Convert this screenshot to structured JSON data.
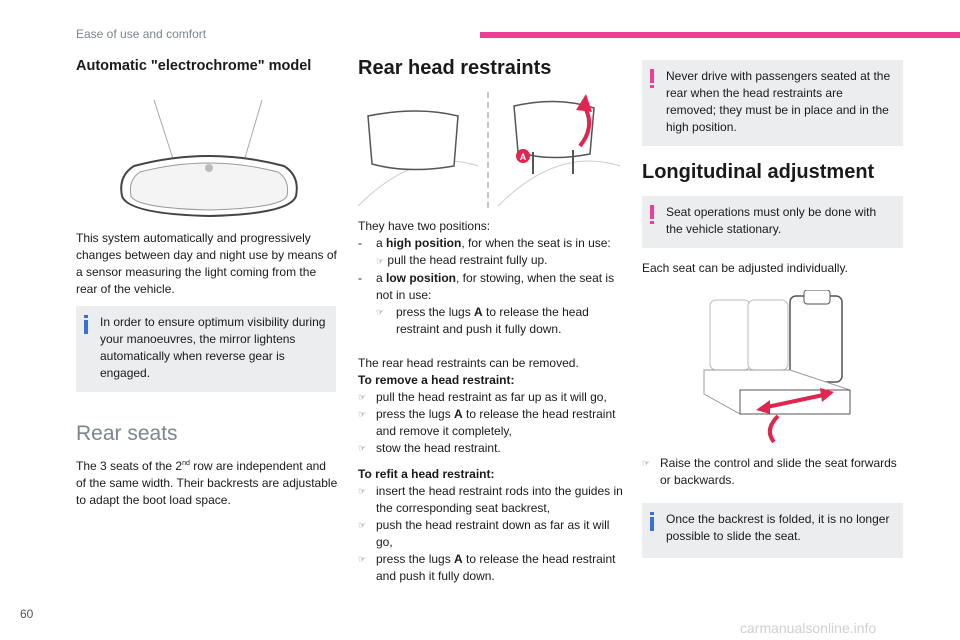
{
  "header": {
    "section": "Ease of use and comfort",
    "accent": "#f23d96"
  },
  "page_number": "60",
  "watermark": "carmanualsonline.info",
  "left": {
    "heading": "Automatic \"electrochrome\" model",
    "para": "This system automatically and progressively changes between day and night use by means of a sensor measuring the light coming from the rear of the vehicle.",
    "info": "In order to ensure optimum visibility during your manoeuvres, the mirror lightens automatically when reverse gear is engaged.",
    "rear_seats_heading": "Rear seats",
    "rear_seats_pre": "The 3 seats of the 2",
    "rear_seats_sup": "nd",
    "rear_seats_post": " row are independent and of the same width. Their backrests are adjustable to adapt the boot load space."
  },
  "middle": {
    "heading": "Rear head restraints",
    "label_a": "A",
    "intro": "They have two positions:",
    "dash": "-",
    "arrow": "☞",
    "a": "a ",
    "high_bold": "high position",
    "high_rest": ", for when the seat is in use:",
    "high_step": "pull the head restraint fully up.",
    "low_bold": "low position",
    "low_rest": ", for stowing, when the seat is not in use:",
    "low_step_pre": "press the lugs ",
    "lug": "A",
    "low_step_post": " to release the head restraint and push it fully down.",
    "removed": "The rear head restraints can be removed.",
    "remove_heading": "To remove a head restraint:",
    "remove_1": "pull the head restraint as far up as it will go,",
    "remove_2_pre": "press the lugs ",
    "remove_2_post": " to release the head restraint and remove it completely,",
    "remove_3": "stow the head restraint.",
    "refit_heading": "To refit a head restraint:",
    "refit_1": "insert the head restraint rods into the guides in the corresponding seat backrest,",
    "refit_2": "push the head restraint down as far as it will go,",
    "refit_3_pre": "press the lugs ",
    "refit_3_post": " to release the head restraint and push it fully down."
  },
  "right": {
    "warn1": "Never drive with passengers seated at the rear when the head restraints are removed; they must be in place and in the high position.",
    "heading": "Longitudinal adjustment",
    "warn2": "Seat operations must only be done with the vehicle stationary.",
    "para": "Each seat can be adjusted individually.",
    "step": "Raise the control and slide the seat forwards or backwards.",
    "info": "Once the backrest is folded, it is no longer possible to slide the seat."
  }
}
